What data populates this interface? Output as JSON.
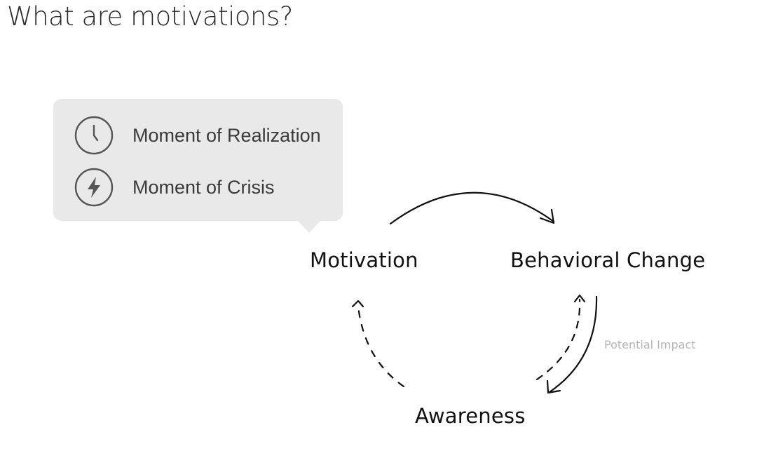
{
  "title": "What are motivations?",
  "callout": {
    "items": [
      {
        "label": "Moment of Realization",
        "icon": "clock-icon"
      },
      {
        "label": "Moment of Crisis",
        "icon": "lightning-bolt-icon"
      }
    ]
  },
  "diagram": {
    "nodes": {
      "motivation": "Motivation",
      "behavioral_change": "Behavioral Change",
      "awareness": "Awareness"
    },
    "edge_label": "Potential Impact"
  },
  "colors": {
    "callout_bg": "#e9e9e9",
    "icon_stroke": "#555555",
    "arrow": "#111111",
    "muted_label": "#b5b5b5"
  }
}
